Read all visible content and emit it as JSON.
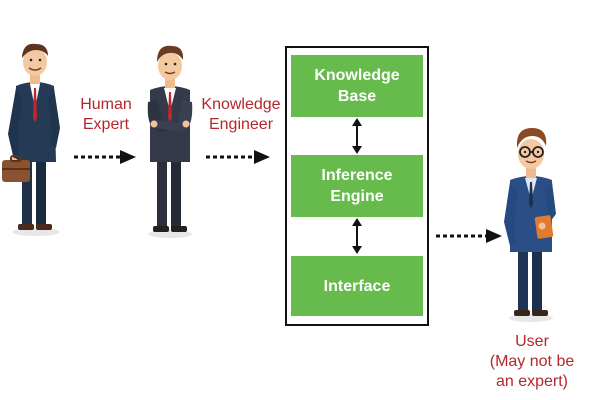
{
  "labels": {
    "human_expert": "Human\nExpert",
    "knowledge_engineer": "Knowledge\nEngineer",
    "user": "User\n(May not be\nan expert)"
  },
  "modules": [
    {
      "name": "knowledge-base",
      "text": "Knowledge\nBase"
    },
    {
      "name": "inference-engine",
      "text": "Inference\nEngine"
    },
    {
      "name": "interface",
      "text": "Interface"
    }
  ],
  "colors": {
    "label": "#b3282d",
    "module_fill": "#66bb4c",
    "module_text": "#ffffff",
    "panel_border": "#111111",
    "arrow": "#111111"
  },
  "icons": [
    "human-expert-person",
    "knowledge-engineer-person",
    "user-person",
    "briefcase-icon",
    "book-icon"
  ]
}
